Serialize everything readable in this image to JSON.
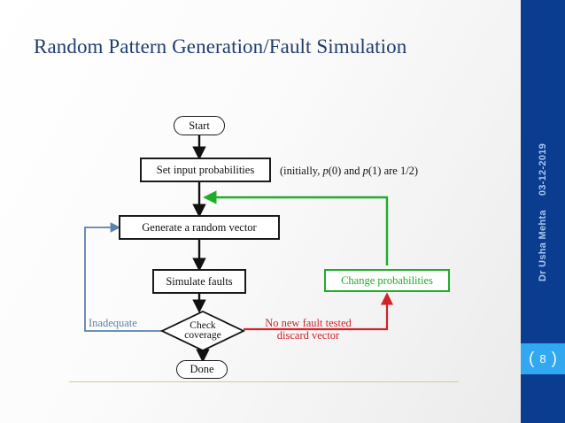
{
  "slide": {
    "title": "Random Pattern Generation/Fault Simulation",
    "accent_navy": "#0A3D8F",
    "accent_lightblue": "#31A8F0",
    "title_color": "#1F3D6E",
    "divider_color": "#D9C79A"
  },
  "sidebar": {
    "author": "Dr Usha Mehta",
    "date": "03-12-2019",
    "page_number": "8",
    "bracket_left": "(",
    "bracket_right": ")"
  },
  "chart_data": {
    "type": "diagram",
    "title": "Random Pattern Generation/Fault Simulation",
    "nodes": [
      {
        "id": "start",
        "label": "Start",
        "shape": "stadium",
        "color": "#111111"
      },
      {
        "id": "setprob",
        "label": "Set input probabilities",
        "shape": "rect",
        "color": "#111111"
      },
      {
        "id": "genvec",
        "label": "Generate a random vector",
        "shape": "rect",
        "color": "#111111"
      },
      {
        "id": "simfault",
        "label": "Simulate faults",
        "shape": "rect",
        "color": "#111111"
      },
      {
        "id": "check",
        "label": "Check coverage",
        "shape": "diamond",
        "color": "#111111"
      },
      {
        "id": "done",
        "label": "Done",
        "shape": "stadium",
        "color": "#111111"
      },
      {
        "id": "changeprob",
        "label": "Change probabilities",
        "shape": "rect",
        "color": "#1DAE28"
      }
    ],
    "node_labels": {
      "check_line1": "Check",
      "check_line2": "coverage"
    },
    "edges": [
      {
        "from": "start",
        "to": "setprob",
        "color": "#111111",
        "label": ""
      },
      {
        "from": "setprob",
        "to": "genvec",
        "color": "#111111",
        "label": ""
      },
      {
        "from": "genvec",
        "to": "simfault",
        "color": "#111111",
        "label": ""
      },
      {
        "from": "simfault",
        "to": "check",
        "color": "#111111",
        "label": ""
      },
      {
        "from": "check",
        "to": "done",
        "color": "#111111",
        "label": ""
      },
      {
        "from": "check",
        "to": "genvec",
        "color": "#5B81AD",
        "label": "Inadequate"
      },
      {
        "from": "check",
        "to": "changeprob",
        "color": "#D2232A",
        "label": "No new fault tested discard vector"
      },
      {
        "from": "changeprob",
        "to": "genvec",
        "color": "#1DAE28",
        "label": ""
      }
    ],
    "annotations": [
      {
        "id": "initially",
        "text": "(initially, p(0) and p(1) are 1/2)",
        "color": "#111111"
      },
      {
        "id": "inadequate",
        "text": "Inadequate",
        "color": "#5B81AD"
      },
      {
        "id": "nonewfault_line1",
        "text": "No new fault tested",
        "color": "#D2232A"
      },
      {
        "id": "nonewfault_line2",
        "text": "discard vector",
        "color": "#D2232A"
      }
    ]
  },
  "annotations": {
    "initially_prefix": "(initially, ",
    "initially_p0": "p",
    "initially_mid1": "(0) and ",
    "initially_p1": "p",
    "initially_suffix": "(1) are 1/2)",
    "inadequate": "Inadequate",
    "nonewfault_line1": "No new fault tested",
    "nonewfault_line2": "discard vector"
  },
  "nodes": {
    "start": "Start",
    "setprob": "Set input probabilities",
    "genvec": "Generate a random vector",
    "simfault": "Simulate faults",
    "check_line1": "Check",
    "check_line2": "coverage",
    "done": "Done",
    "changeprob": "Change probabilities"
  }
}
